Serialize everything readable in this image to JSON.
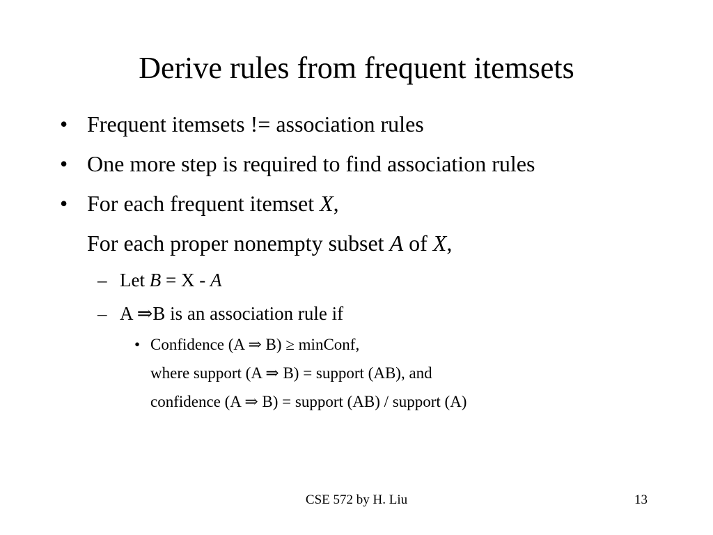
{
  "slide": {
    "title": "Derive rules from frequent itemsets",
    "bullet_symbol": "•",
    "dash_symbol": "–",
    "level1": [
      {
        "text": "Frequent itemsets != association rules"
      },
      {
        "text": "One more step is required to find association rules"
      },
      {
        "pre": "For each frequent itemset ",
        "var": "X",
        "post": ","
      }
    ],
    "continuation": {
      "pre": "For each proper nonempty subset ",
      "var1": "A",
      "mid": " of ",
      "var2": "X",
      "post": ","
    },
    "level2": [
      {
        "pre": "Let ",
        "var1": "B",
        "mid": " = X - ",
        "var2": "A"
      },
      {
        "text": "A ⇒B is an association rule if"
      }
    ],
    "level3": [
      "Confidence (A ⇒ B) ≥ minConf,",
      "where support (A ⇒ B) = support (AB), and",
      "confidence (A ⇒ B) = support (AB) / support (A)"
    ]
  },
  "footer": {
    "course": "CSE 572 by H. Liu",
    "page_number": "13"
  }
}
